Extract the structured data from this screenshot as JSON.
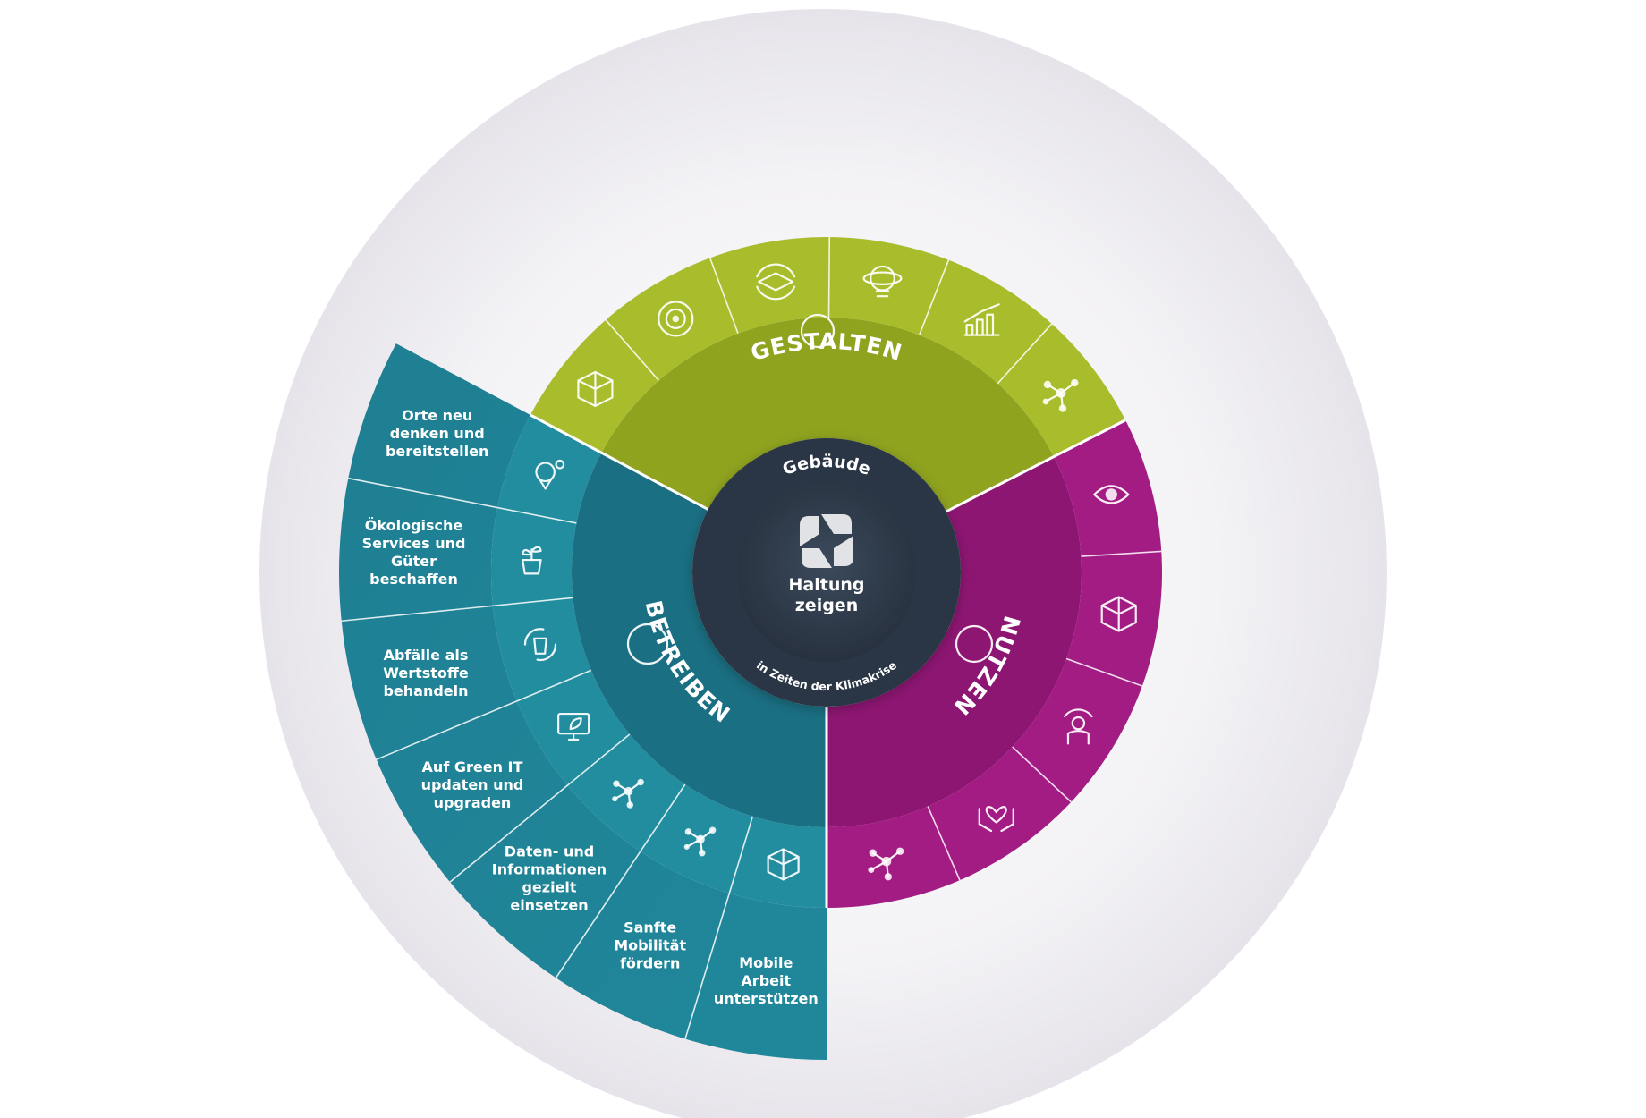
{
  "center": {
    "top_label": "Gebäude",
    "title_line1": "Haltung",
    "title_line2": "zeigen",
    "bottom_label": "in Zeiten der Klimakrise"
  },
  "sections": {
    "gestalten": {
      "label": "GESTALTEN",
      "color": "#a6b52b"
    },
    "nutzen": {
      "label": "NUTZEN",
      "color": "#a21c84"
    },
    "betreiben": {
      "label": "BETREIBEN",
      "color": "#1f7f93"
    }
  },
  "betreiben_segments": [
    {
      "line1": "Orte neu",
      "line2": "denken und",
      "line3": "bereitstellen",
      "icon": "location-question-icon"
    },
    {
      "line1": "Ökologische",
      "line2": "Services und",
      "line3": "Güter",
      "line4": "beschaffen",
      "icon": "plant-pot-icon"
    },
    {
      "line1": "Abfälle als",
      "line2": "Wertstoffe",
      "line3": "behandeln",
      "icon": "recycle-bin-icon"
    },
    {
      "line1": "Auf Green IT",
      "line2": "updaten und",
      "line3": "upgraden",
      "icon": "monitor-leaf-icon"
    },
    {
      "line1": "Daten- und",
      "line2": "Informationen",
      "line3": "gezielt",
      "line4": "einsetzen",
      "icon": "data-network-icon"
    },
    {
      "line1": "Sanfte",
      "line2": "Mobilität",
      "line3": "fördern",
      "icon": "molecule-icon"
    },
    {
      "line1": "Mobile",
      "line2": "Arbeit",
      "line3": "unterstützen",
      "icon": "cube-icon"
    }
  ],
  "gestalten_icons": [
    "cube-icon",
    "target-icon",
    "rotate-layers-icon",
    "lightbulb-globe-icon",
    "growth-chart-icon",
    "network-nodes-icon"
  ],
  "nutzen_icons": [
    "eye-icon",
    "box-3d-icon",
    "person-signal-icon",
    "hands-heart-icon",
    "network-nodes-icon"
  ]
}
